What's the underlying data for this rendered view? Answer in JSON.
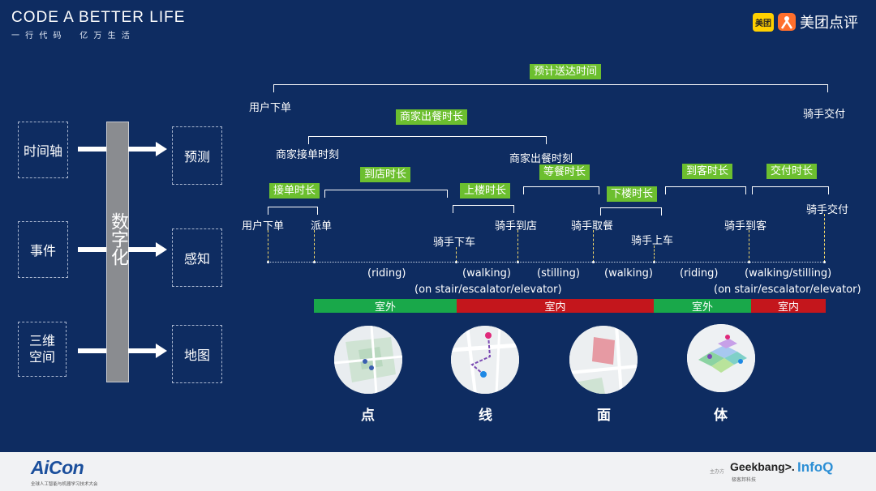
{
  "header": {
    "title": "CODE A BETTER LIFE",
    "subtitle": "一 行 代 码    亿 万 生 活",
    "brand_badge": "美团",
    "brand_name": "美团点评"
  },
  "left": {
    "inputs": [
      "时间轴",
      "事件",
      "三维空间"
    ],
    "center_label": "数字化",
    "outputs": [
      "预测",
      "感知",
      "地图"
    ]
  },
  "timeline": {
    "top_span": "预计送达时间",
    "user_order_top": "用户下单",
    "rider_deliver_top": "骑手交付",
    "merchant_span": "商家出餐时长",
    "merchant_accept": "商家接单时刻",
    "merchant_ready": "商家出餐时刻",
    "spans": [
      "接单时长",
      "到店时长",
      "上楼时长",
      "等餐时长",
      "下楼时长",
      "到客时长",
      "交付时长"
    ],
    "events": [
      "用户下单",
      "派单",
      "骑手下车",
      "骑手到店",
      "骑手取餐",
      "骑手上车",
      "骑手到客",
      "骑手交付"
    ],
    "modes": [
      "(riding)",
      "(walking)",
      "(stilling)",
      "(walking)",
      "(riding)",
      "(walking/stilling)"
    ],
    "mode_notes": [
      "(on stair/escalator/elevator)",
      "(on stair/escalator/elevator)"
    ],
    "bars": [
      "室外",
      "室内",
      "室外",
      "室内"
    ],
    "bar_colors": {
      "outdoor": "#19a84a",
      "indoor": "#c4161c"
    }
  },
  "maps": [
    "点",
    "线",
    "面",
    "体"
  ],
  "footer": {
    "left_logo": "AiCon",
    "left_tagline": "全球人工智能与机器学习技术大会",
    "sponsor_prefix": "主办方",
    "partner1": "Geekbang>.",
    "partner1_sub": "极客邦科技",
    "partner2": "InfoQ"
  }
}
